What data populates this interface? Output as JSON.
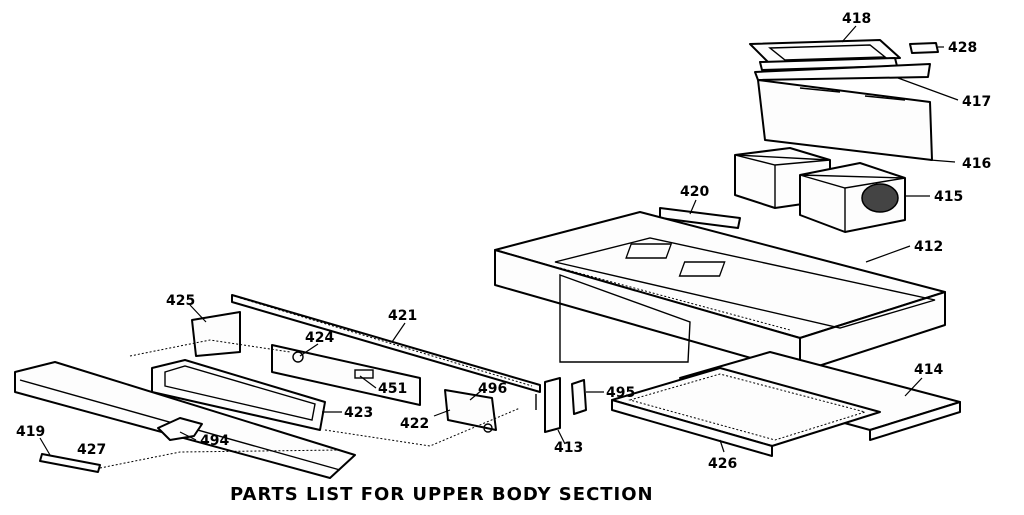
{
  "caption": "PARTS LIST FOR UPPER BODY SECTION",
  "callouts": {
    "p418": "418",
    "p428": "428",
    "p417": "417",
    "p416": "416",
    "p415": "415",
    "p420": "420",
    "p412": "412",
    "p425": "425",
    "p421": "421",
    "p424": "424",
    "p451": "451",
    "p496": "496",
    "p495": "495",
    "p414": "414",
    "p423": "423",
    "p422": "422",
    "p419": "419",
    "p427": "427",
    "p494": "494",
    "p413": "413",
    "p426": "426"
  }
}
